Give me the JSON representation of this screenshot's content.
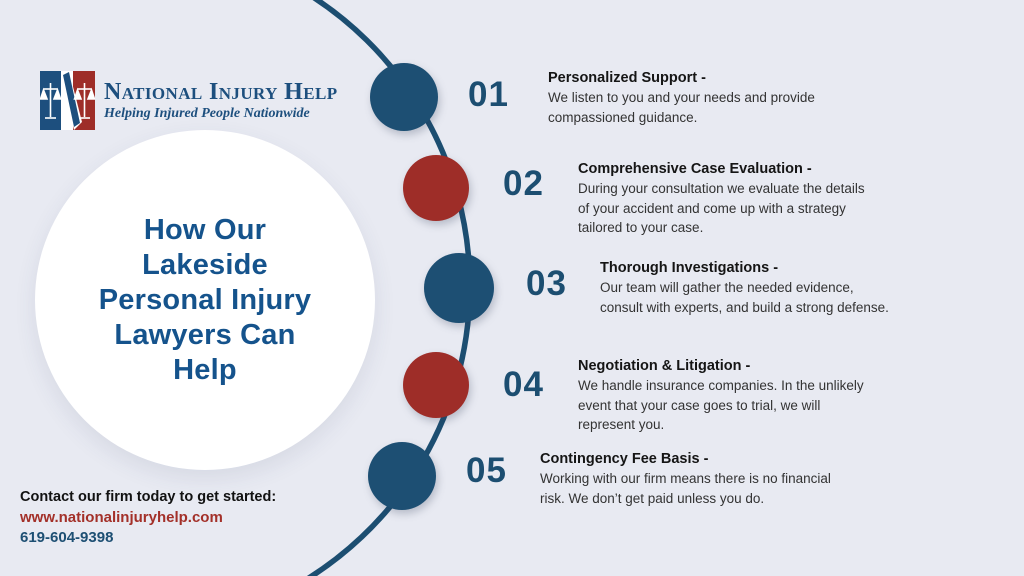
{
  "logo": {
    "name": "National Injury Help",
    "tagline": "Helping Injured People Nationwide"
  },
  "title": {
    "lines": [
      "How Our",
      "Lakeside",
      "Personal Injury",
      "Lawyers Can",
      "Help"
    ]
  },
  "steps": [
    {
      "number": "01",
      "heading": "Personalized Support -",
      "node_color": "#1d4f73",
      "lines": [
        "We listen to you and your needs and provide",
        "compassioned guidance."
      ]
    },
    {
      "number": "02",
      "heading": "Comprehensive Case Evaluation -",
      "node_color": "#9e2d28",
      "lines": [
        "During your consultation we evaluate the details",
        "of your accident and come up with a strategy",
        "tailored to your case."
      ]
    },
    {
      "number": "03",
      "heading": "Thorough Investigations -",
      "node_color": "#1d4f73",
      "lines": [
        "Our team will gather the needed evidence,",
        "consult with experts, and build a strong defense."
      ]
    },
    {
      "number": "04",
      "heading": "Negotiation & Litigation -",
      "node_color": "#9e2d28",
      "lines": [
        "We handle insurance companies. In the unlikely",
        "event that your case goes to trial, we will",
        "represent you."
      ]
    },
    {
      "number": "05",
      "heading": "Contingency Fee Basis -",
      "node_color": "#1d4f73",
      "lines": [
        "Working with our firm means there is no financial",
        "risk. We don’t get paid unless you do."
      ]
    }
  ],
  "contact": {
    "prompt": "Contact our firm today to get started:",
    "website": "www.nationalinjuryhelp.com",
    "phone": "619-604-9398"
  },
  "colors": {
    "background": "#e8eaf2",
    "brand_blue": "#1d4f7e",
    "brand_red": "#9e2d28",
    "curve_blue": "#1c4e71",
    "title_blue": "#15538c",
    "heading_text": "#151515",
    "body_text": "#333333",
    "website_red": "#a33029",
    "phone_blue": "#1d4f73"
  }
}
